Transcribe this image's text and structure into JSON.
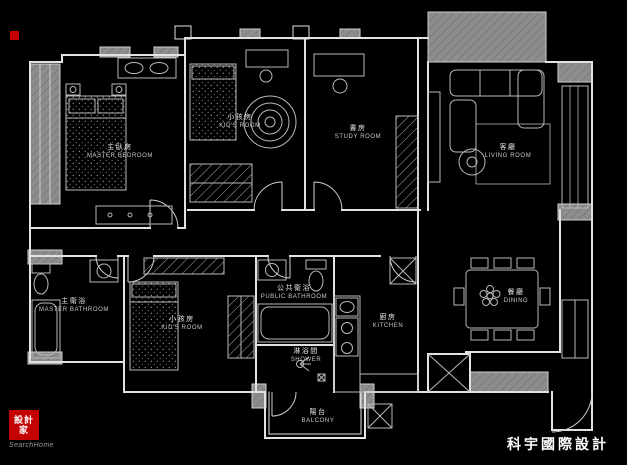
{
  "meta": {
    "background": "#000000",
    "wall_fill": "#8d8d8d",
    "line_color": "#e2e2e2",
    "accent_red": "#c40000"
  },
  "rooms": [
    {
      "id": "master-bedroom",
      "zh": "主臥房",
      "en": "MASTER BEDROOM"
    },
    {
      "id": "kids-room-top",
      "zh": "小孩房",
      "en": "KID'S ROOM"
    },
    {
      "id": "study-room",
      "zh": "書房",
      "en": "STUDY ROOM"
    },
    {
      "id": "living-room",
      "zh": "客廳",
      "en": "LIVING ROOM"
    },
    {
      "id": "master-bathroom",
      "zh": "主衛浴",
      "en": "MASTER BATHROOM"
    },
    {
      "id": "kids-room-bottom",
      "zh": "小孩房",
      "en": "KID'S ROOM"
    },
    {
      "id": "public-bathroom",
      "zh": "公共衛浴",
      "en": "PUBLIC BATHROOM"
    },
    {
      "id": "shower",
      "zh": "淋浴間",
      "en": "SHOWER"
    },
    {
      "id": "kitchen",
      "zh": "廚房",
      "en": "KITCHEN"
    },
    {
      "id": "dining",
      "zh": "餐廳",
      "en": "DINING"
    },
    {
      "id": "balcony",
      "zh": "陽台",
      "en": "BALCONY"
    }
  ],
  "watermark": {
    "logo_zh": "設計家",
    "logo_en": "SearchHome"
  },
  "brand": {
    "name": "科宇國際設計"
  }
}
